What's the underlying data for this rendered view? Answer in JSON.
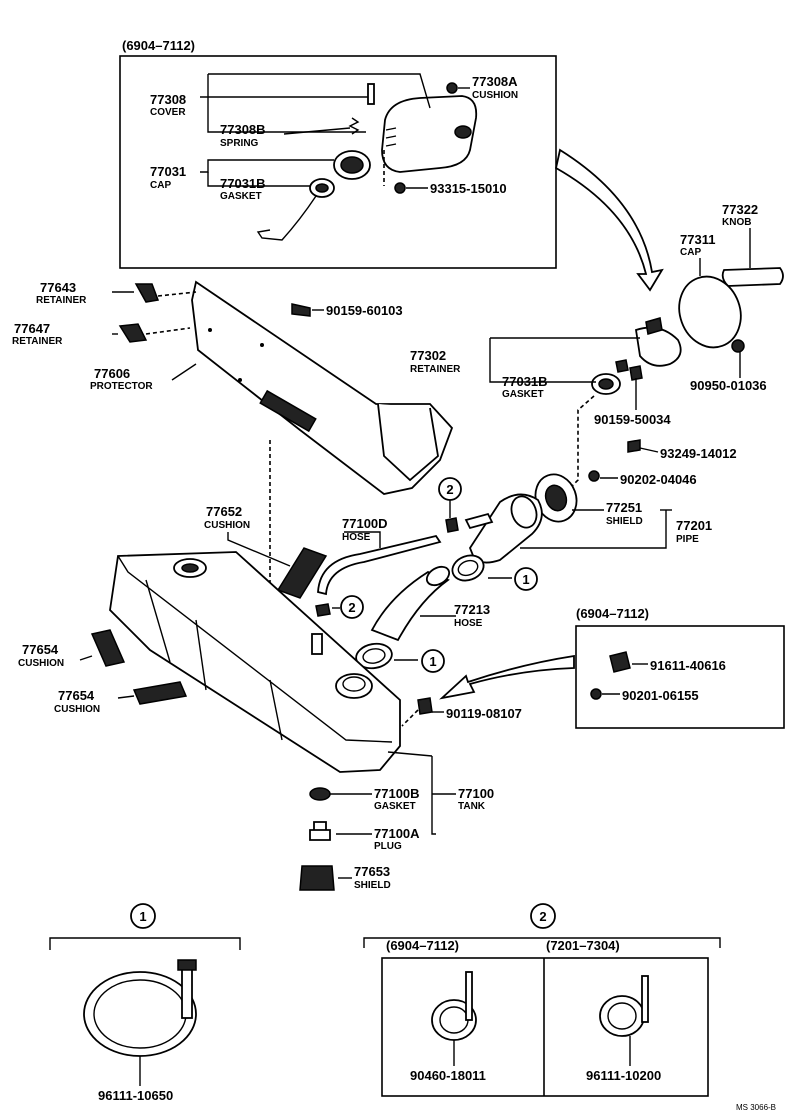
{
  "page": {
    "reference": "MS 3066-B"
  },
  "regions": {
    "top_inset": "(6904–7112)",
    "right_inset": "(6904–7112)",
    "bottom_left_2": "(6904–7112)",
    "bottom_right_2": "(7201–7304)"
  },
  "parts": {
    "p77308A": {
      "num": "77308A",
      "name": "CUSHION"
    },
    "p77308": {
      "num": "77308",
      "name": "COVER"
    },
    "p77308B": {
      "num": "77308B",
      "name": "SPRING"
    },
    "p77031": {
      "num": "77031",
      "name": "CAP"
    },
    "p77031B_top": {
      "num": "77031B",
      "name": "GASKET"
    },
    "p93315": {
      "num": "93315-15010"
    },
    "p77322": {
      "num": "77322",
      "name": "KNOB"
    },
    "p77311": {
      "num": "77311",
      "name": "CAP"
    },
    "p77643": {
      "num": "77643",
      "name": "RETAINER"
    },
    "p90159_60103": {
      "num": "90159-60103"
    },
    "p77647": {
      "num": "77647",
      "name": "RETAINER"
    },
    "p77302": {
      "num": "77302",
      "name": "RETAINER"
    },
    "p77031B_mid": {
      "num": "77031B",
      "name": "GASKET"
    },
    "p90950": {
      "num": "90950-01036"
    },
    "p77606": {
      "num": "77606",
      "name": "PROTECTOR"
    },
    "p90159_50034": {
      "num": "90159-50034"
    },
    "p93249": {
      "num": "93249-14012"
    },
    "p90202": {
      "num": "90202-04046"
    },
    "p77251": {
      "num": "77251",
      "name": "SHIELD"
    },
    "p77201": {
      "num": "77201",
      "name": "PIPE"
    },
    "p77652": {
      "num": "77652",
      "name": "CUSHION"
    },
    "p77100D": {
      "num": "77100D",
      "name": "HOSE"
    },
    "p77213": {
      "num": "77213",
      "name": "HOSE"
    },
    "p77654a": {
      "num": "77654",
      "name": "CUSHION"
    },
    "p77654b": {
      "num": "77654",
      "name": "CUSHION"
    },
    "p91611": {
      "num": "91611-40616"
    },
    "p90201": {
      "num": "90201-06155"
    },
    "p90119": {
      "num": "90119-08107"
    },
    "p77100B": {
      "num": "77100B",
      "name": "GASKET"
    },
    "p77100": {
      "num": "77100",
      "name": "TANK"
    },
    "p77100A": {
      "num": "77100A",
      "name": "PLUG"
    },
    "p77653": {
      "num": "77653",
      "name": "SHIELD"
    },
    "p96111_10650": {
      "num": "96111-10650"
    },
    "p90460": {
      "num": "90460-18011"
    },
    "p96111_10200": {
      "num": "96111-10200"
    }
  },
  "callouts": {
    "c1": "1",
    "c2": "2"
  }
}
